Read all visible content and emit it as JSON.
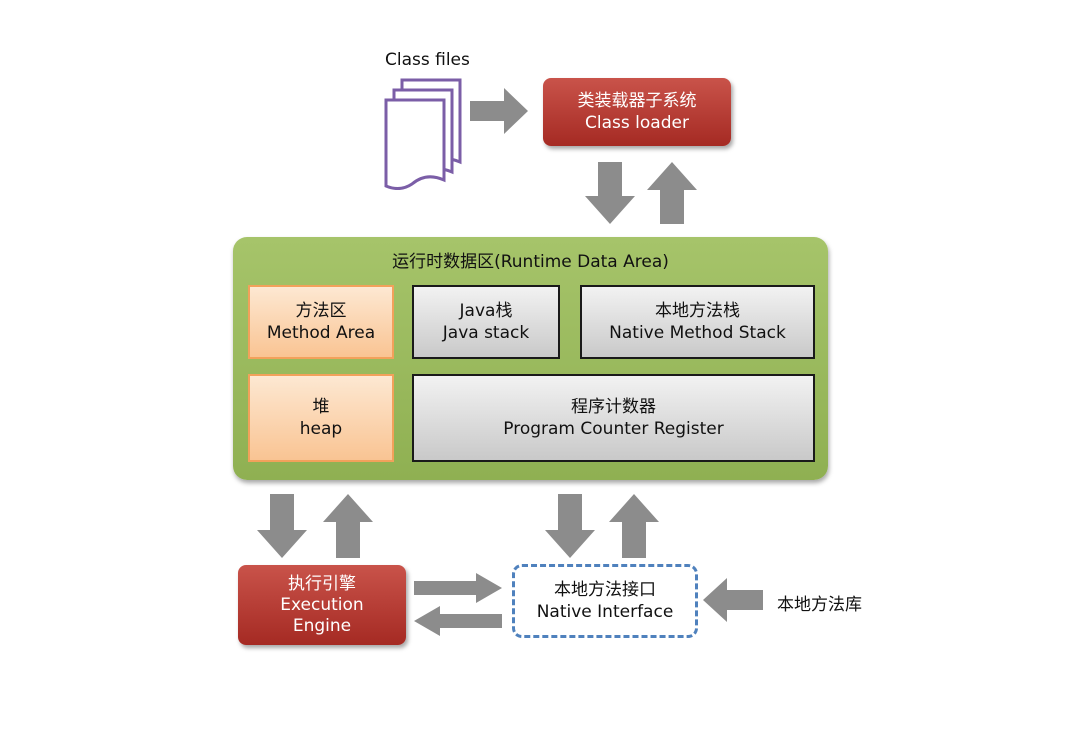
{
  "class_files": {
    "label": "Class files"
  },
  "class_loader": {
    "line1": "类装载器子系统",
    "line2": "Class loader"
  },
  "runtime_area": {
    "title": "运行时数据区(Runtime Data Area)",
    "method_area": {
      "line1": "方法区",
      "line2": "Method Area"
    },
    "java_stack": {
      "line1": "Java栈",
      "line2": "Java stack"
    },
    "native_stack": {
      "line1": "本地方法栈",
      "line2": "Native Method Stack"
    },
    "heap": {
      "line1": "堆",
      "line2": "heap"
    },
    "pc_register": {
      "line1": "程序计数器",
      "line2": "Program Counter Register"
    }
  },
  "execution_engine": {
    "line1": "执行引擎",
    "line2": "Execution",
    "line3": "Engine"
  },
  "native_interface": {
    "line1": "本地方法接口",
    "line2": "Native Interface"
  },
  "native_library": {
    "label": "本地方法库"
  },
  "colors": {
    "red_box": "#b33a32",
    "runtime_green": "#9bbb59",
    "orange_box": "#fbd5b5",
    "gray_box": "#d9d9d9",
    "arrow_gray": "#8c8c8c",
    "dashed_border": "#4f81bd",
    "file_icon_stroke": "#7b5ea7"
  }
}
